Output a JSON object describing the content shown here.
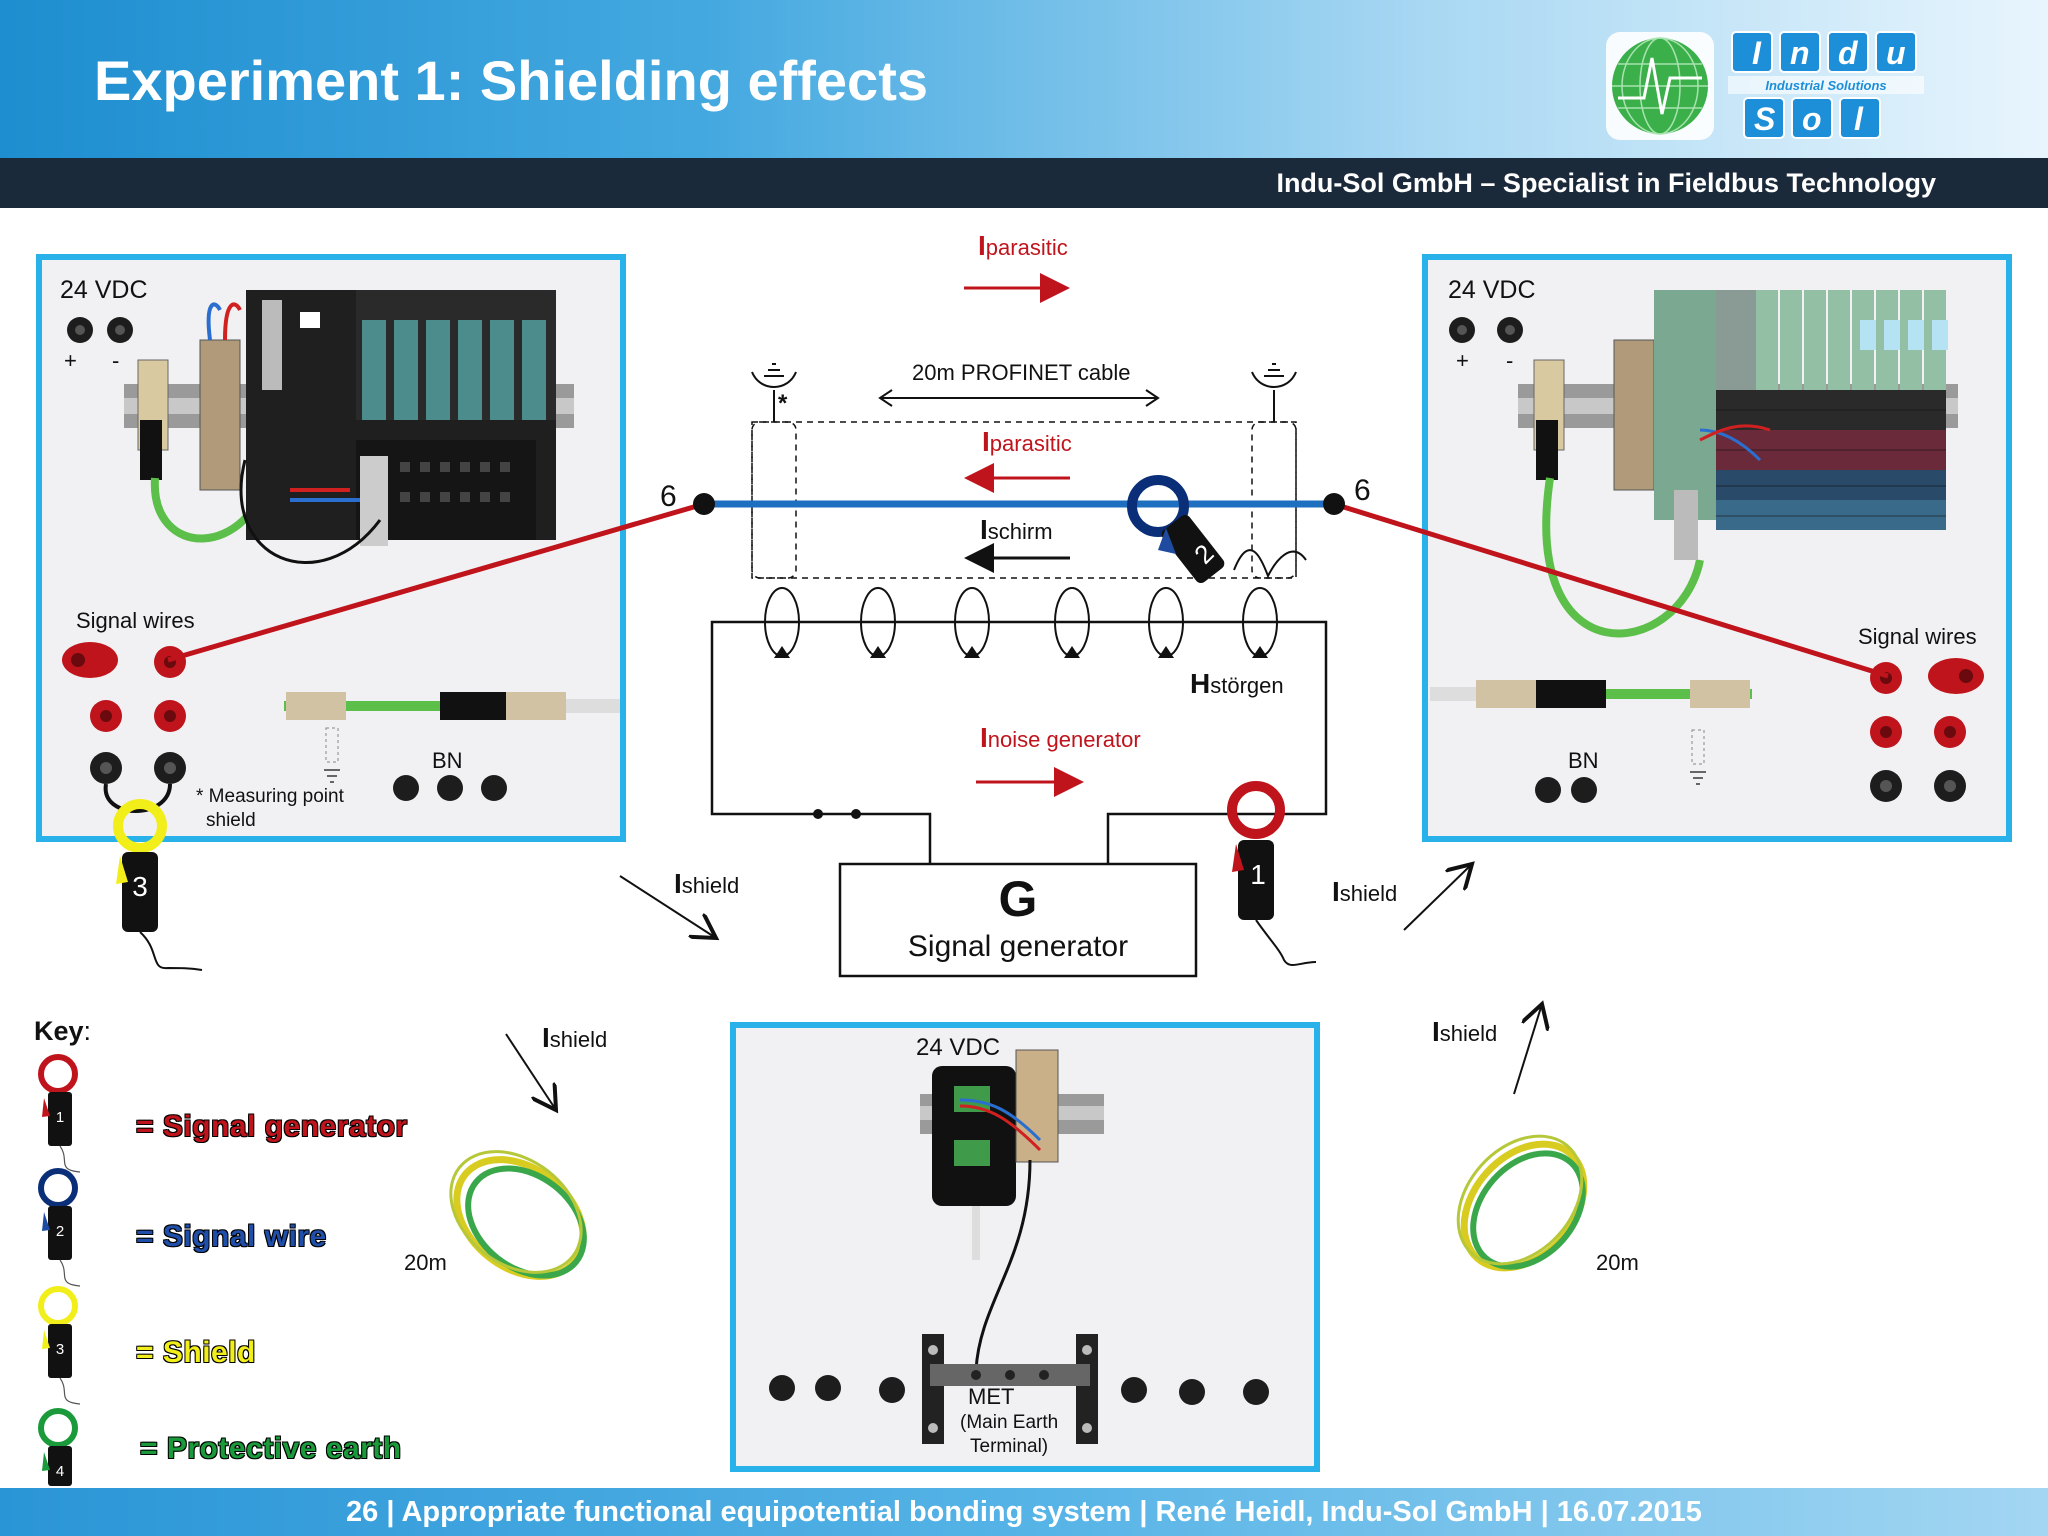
{
  "title": "Experiment 1: Shielding effects",
  "company_bar": "Indu-Sol GmbH – Specialist in Fieldbus Technology",
  "footer": "26 | Appropriate functional equipotential bonding system | René Heidl, Indu-Sol GmbH | 16.07.2015",
  "logo": {
    "top": "Indu",
    "middle": "Industrial Solutions",
    "bottom": "Sol"
  },
  "left_panel": {
    "voltage": "24 VDC",
    "plus": "+",
    "minus": "-",
    "signal_wires": "Signal wires",
    "bn": "BN",
    "measuring_point": "* Measuring point",
    "measuring_point_2": "shield"
  },
  "right_panel": {
    "voltage": "24 VDC",
    "plus": "+",
    "minus": "-",
    "signal_wires": "Signal wires",
    "bn": "BN"
  },
  "bottom_panel": {
    "voltage": "24 VDC",
    "met_1": "MET",
    "met_2": "(Main Earth",
    "met_3": "Terminal)"
  },
  "diagram": {
    "iparasitic_top_main": "I",
    "iparasitic_top_sub": "parasitic",
    "cable_label": "20m PROFINET cable",
    "star": "*",
    "iparasitic_mid_main": "I",
    "iparasitic_mid_sub": "parasitic",
    "ischirm_main": "I",
    "ischirm_sub": "schirm",
    "node_left": "6",
    "node_right": "6",
    "hstoergen_main": "H",
    "hstoergen_sub": "störgen",
    "inoise_main": "I",
    "inoise_sub": "noise generator",
    "generator_letter": "G",
    "generator_label": "Signal generator",
    "ishield_main": "I",
    "ishield_sub": "shield",
    "cable_length": "20m"
  },
  "clamps": {
    "c1": "1",
    "c2": "2",
    "c3": "3"
  },
  "key": {
    "title": "Key",
    "colon": ":",
    "items": [
      {
        "num": "1",
        "label": "= Signal generator",
        "color": "#c0141c"
      },
      {
        "num": "2",
        "label": "= Signal wire",
        "color": "#0a2f78"
      },
      {
        "num": "3",
        "label": "= Shield",
        "color": "#f2ee1a"
      },
      {
        "num": "4",
        "label": "= Protective earth",
        "color": "#1a9a3a"
      }
    ]
  },
  "colors": {
    "accent": "#29b2ea",
    "red": "#c0141c",
    "blue": "#1e6fc0",
    "dark_bar": "#1b2a3b"
  }
}
